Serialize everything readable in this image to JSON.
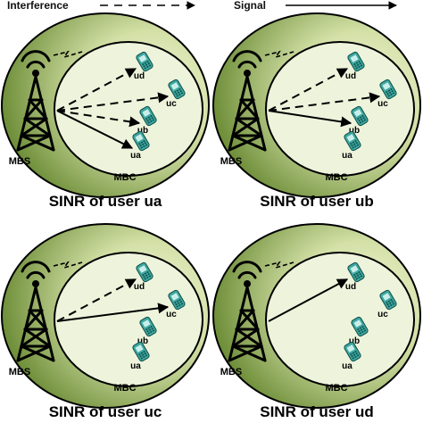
{
  "legend": {
    "interference_label": "Interference",
    "signal_label": "Signal"
  },
  "colors": {
    "outer_cell_dark": "#6f8f3a",
    "outer_cell_light": "#f2f6d8",
    "inner_cell": "#eef4dc",
    "phone": "#3fa7a0",
    "outline": "#000000"
  },
  "panels": [
    {
      "caption": "SINR of user ua",
      "bs_label": "MBS",
      "cell_label": "MBC",
      "users": [
        "ud",
        "uc",
        "ub",
        "ua"
      ],
      "signal_to": "ua",
      "interference_to": [
        "ud",
        "uc",
        "ub"
      ]
    },
    {
      "caption": "SINR of user ub",
      "bs_label": "MBS",
      "cell_label": "MBC",
      "users": [
        "ud",
        "uc",
        "ub",
        "ua"
      ],
      "signal_to": "ub",
      "interference_to": [
        "ud",
        "uc"
      ]
    },
    {
      "caption": "SINR of user uc",
      "bs_label": "MBS",
      "cell_label": "MBC",
      "users": [
        "ud",
        "uc",
        "ub",
        "ua"
      ],
      "signal_to": "uc",
      "interference_to": [
        "ud"
      ]
    },
    {
      "caption": "SINR of user ud",
      "bs_label": "MBS",
      "cell_label": "MBC",
      "users": [
        "ud",
        "uc",
        "ub",
        "ua"
      ],
      "signal_to": "ud",
      "interference_to": []
    }
  ]
}
